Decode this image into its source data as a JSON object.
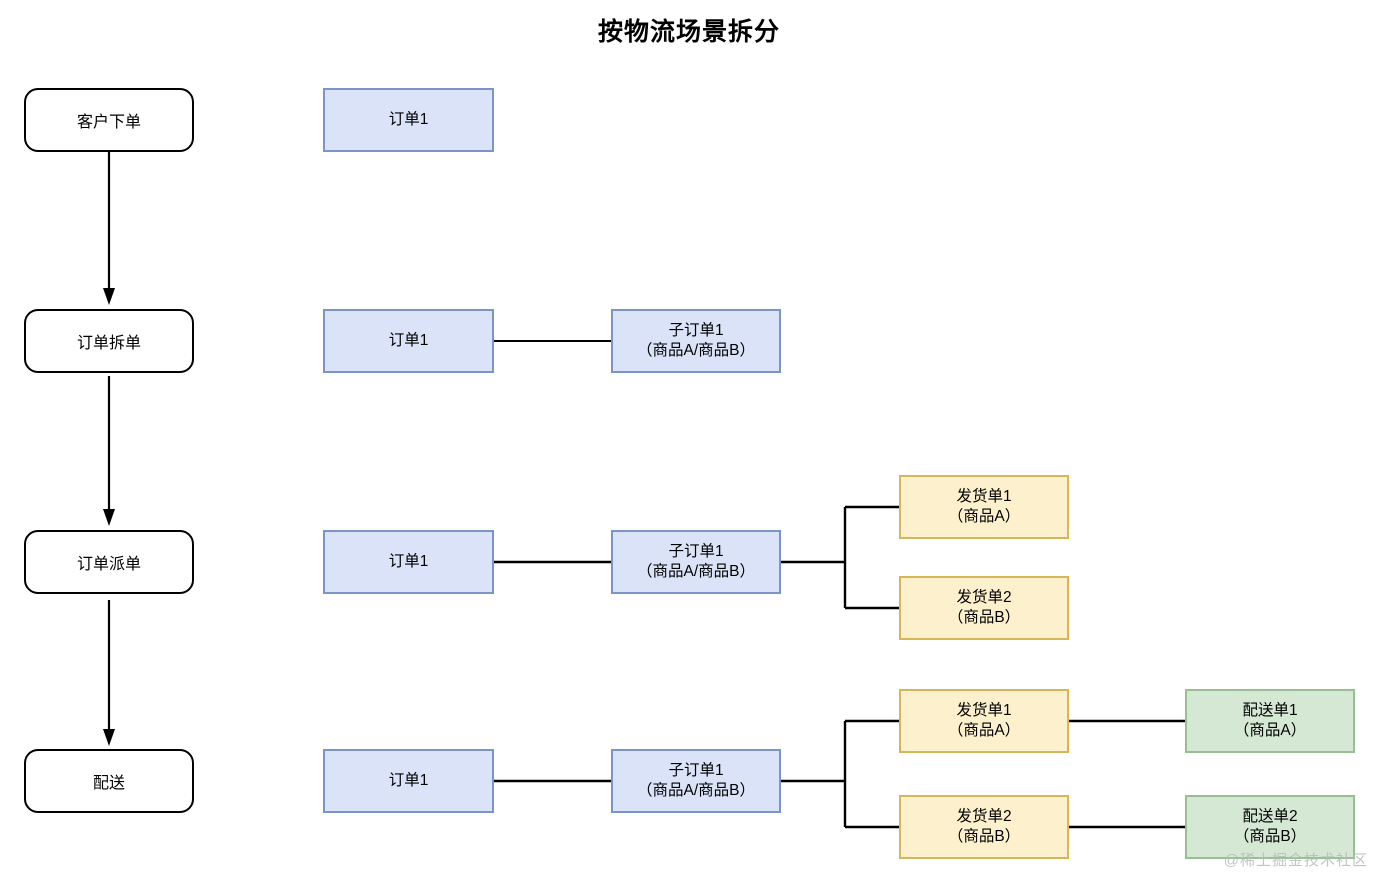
{
  "title": "按物流场景拆分",
  "watermark": "@稀土掘金技术社区",
  "colors": {
    "order_fill": "#dae3f7",
    "order_border": "#7b96c6",
    "shipment_fill": "#fdf0cd",
    "shipment_border": "#d6b656",
    "delivery_fill": "#d5e8d4",
    "delivery_border": "#97bf92",
    "stage_border": "#000000",
    "connector": "#000000",
    "watermark": "#b9b9b9"
  },
  "stages": [
    {
      "label": "客户下单"
    },
    {
      "label": "订单拆单"
    },
    {
      "label": "订单派单"
    },
    {
      "label": "配送"
    }
  ],
  "rows": [
    {
      "stage": "客户下单",
      "order": {
        "line1": "订单1",
        "line2": ""
      },
      "suborder": null,
      "shipments": [],
      "deliveries": []
    },
    {
      "stage": "订单拆单",
      "order": {
        "line1": "订单1",
        "line2": ""
      },
      "suborder": {
        "line1": "子订单1",
        "line2": "（商品A/商品B）"
      },
      "shipments": [],
      "deliveries": []
    },
    {
      "stage": "订单派单",
      "order": {
        "line1": "订单1",
        "line2": ""
      },
      "suborder": {
        "line1": "子订单1",
        "line2": "（商品A/商品B）"
      },
      "shipments": [
        {
          "line1": "发货单1",
          "line2": "（商品A）"
        },
        {
          "line1": "发货单2",
          "line2": "（商品B）"
        }
      ],
      "deliveries": []
    },
    {
      "stage": "配送",
      "order": {
        "line1": "订单1",
        "line2": ""
      },
      "suborder": {
        "line1": "子订单1",
        "line2": "（商品A/商品B）"
      },
      "shipments": [
        {
          "line1": "发货单1",
          "line2": "（商品A）"
        },
        {
          "line1": "发货单2",
          "line2": "（商品B）"
        }
      ],
      "deliveries": [
        {
          "line1": "配送单1",
          "line2": "（商品A）"
        },
        {
          "line1": "配送单2",
          "line2": "（商品B）"
        }
      ]
    }
  ]
}
